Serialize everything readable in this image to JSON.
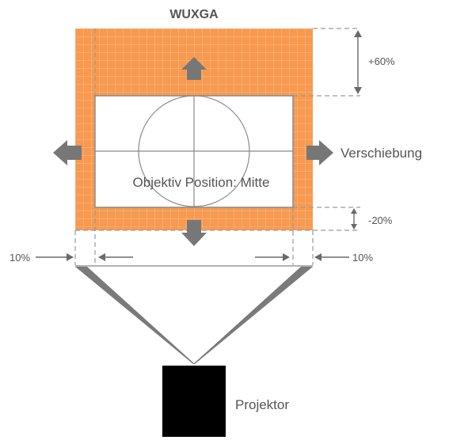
{
  "title": "WUXGA",
  "labels": {
    "shift": "Verschiebung",
    "lens_position": "Objektiv Position: Mitte",
    "shift_up": "+60%",
    "shift_down": "-20%",
    "side_left": "10%",
    "side_right": "10%",
    "projector": "Projektor"
  },
  "colors": {
    "orange": "#F4A261",
    "orange_fill": "#F79A50",
    "arrow_gray": "#777777",
    "line_gray": "#8A8A8A",
    "projector_black": "#000000"
  }
}
